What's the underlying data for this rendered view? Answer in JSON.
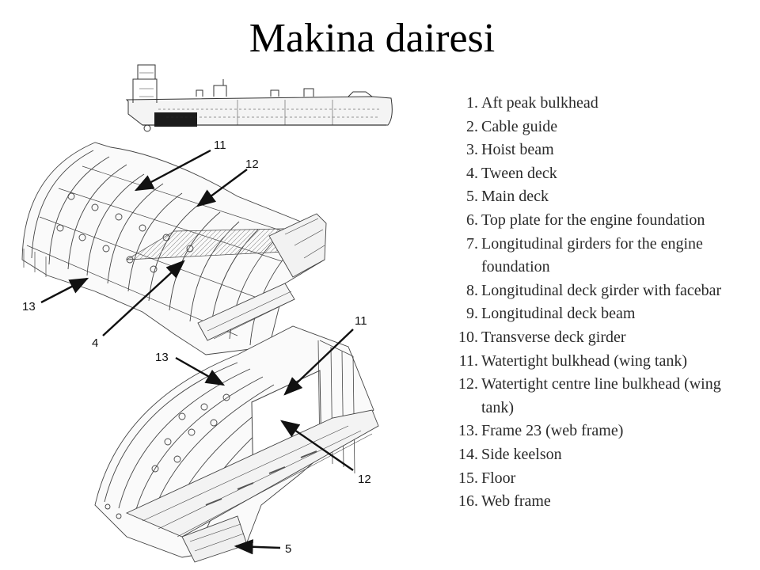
{
  "title": "Makina dairesi",
  "diagram": {
    "callouts": {
      "c11_top": "11",
      "c12_top": "12",
      "c13_top": "13",
      "c4": "4",
      "c13_bottom": "13",
      "c11_bottom": "11",
      "c12_bottom": "12",
      "c5": "5"
    }
  },
  "legend": [
    {
      "num": "1.",
      "text": "Aft peak bulkhead"
    },
    {
      "num": "2.",
      "text": "Cable guide"
    },
    {
      "num": "3.",
      "text": "Hoist beam"
    },
    {
      "num": "4.",
      "text": "Tween deck"
    },
    {
      "num": "5.",
      "text": "Main deck"
    },
    {
      "num": "6.",
      "text": "Top plate for the engine foundation"
    },
    {
      "num": "7.",
      "text": "Longitudinal girders for the engine foundation"
    },
    {
      "num": "8.",
      "text": "Longitudinal deck girder with facebar"
    },
    {
      "num": "9.",
      "text": "Longitudinal deck beam"
    },
    {
      "num": "10.",
      "text": "Transverse deck girder"
    },
    {
      "num": "11.",
      "text": "Watertight bulkhead (wing tank)"
    },
    {
      "num": "12.",
      "text": "Watertight centre line bulkhead (wing tank)"
    },
    {
      "num": "13.",
      "text": "Frame 23 (web frame)"
    },
    {
      "num": "14.",
      "text": "Side keelson"
    },
    {
      "num": "15.",
      "text": "Floor"
    },
    {
      "num": "16.",
      "text": "Web frame"
    }
  ]
}
